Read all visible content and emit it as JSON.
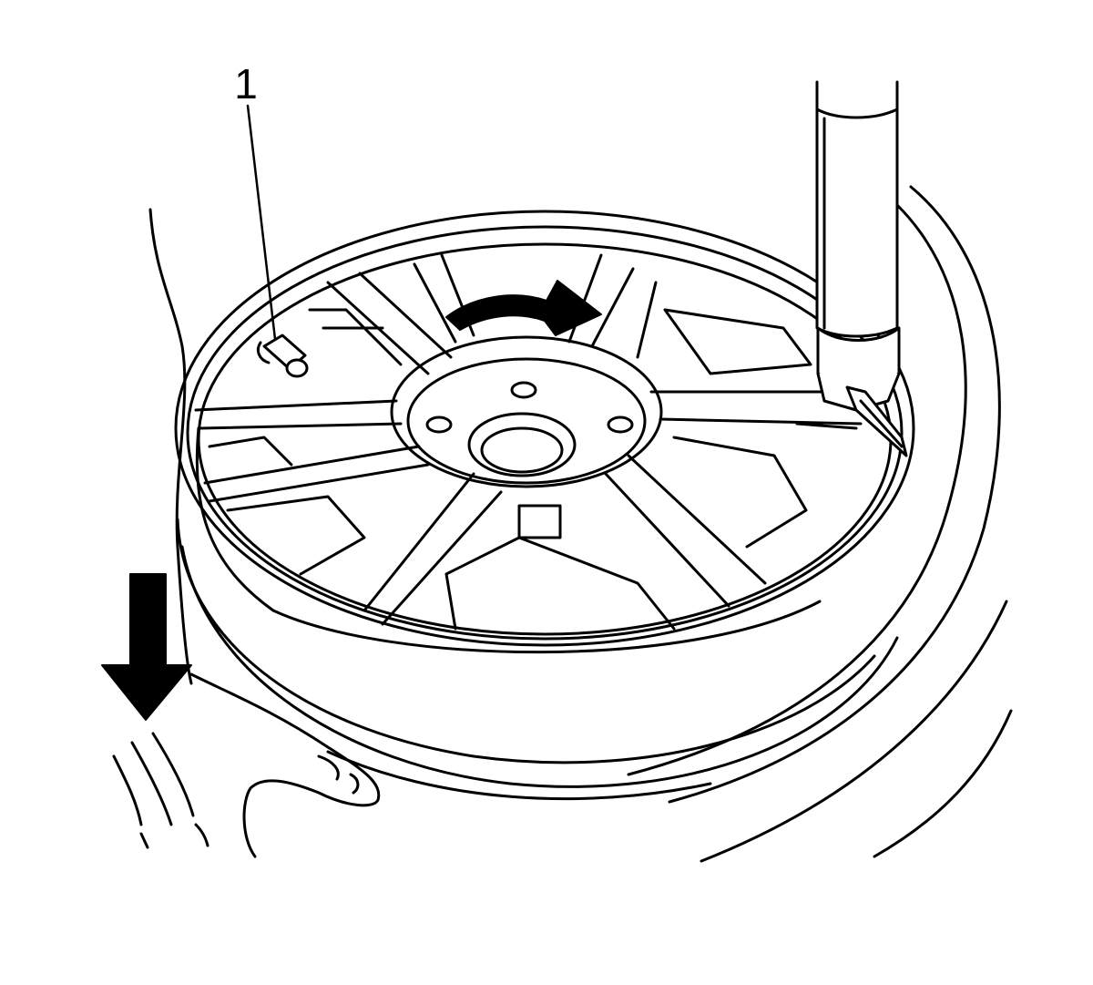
{
  "diagram": {
    "callouts": [
      {
        "id": "valve-stem",
        "label": "1"
      }
    ],
    "colors": {
      "line": "#000000",
      "fill": "#ffffff",
      "arrow": "#000000"
    },
    "indicators": [
      {
        "id": "rotation-arrow",
        "kind": "curved-arrow",
        "direction": "clockwise"
      },
      {
        "id": "push-down-arrow",
        "kind": "straight-arrow",
        "direction": "down"
      }
    ]
  }
}
